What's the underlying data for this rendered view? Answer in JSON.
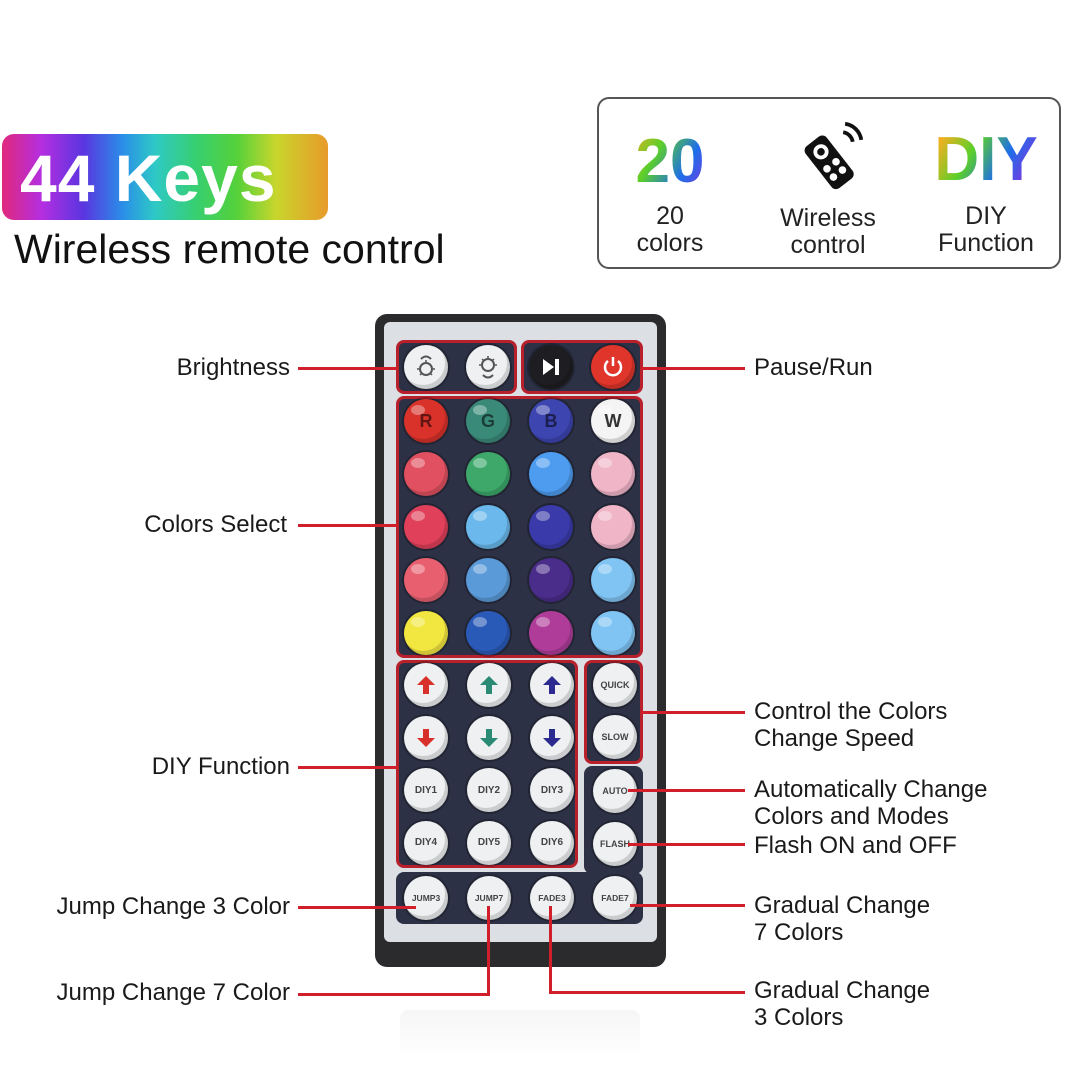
{
  "header": {
    "badge_text": "44 Keys",
    "subtitle": "Wireless remote control"
  },
  "features": [
    {
      "icon": "rainbow-20-text",
      "icon_text": "20",
      "line1": "20",
      "line2": "colors"
    },
    {
      "icon": "remote-control-icon",
      "icon_text": "",
      "line1": "Wireless",
      "line2": "control"
    },
    {
      "icon": "rainbow-diy-text",
      "icon_text": "DIY",
      "line1": "DIY",
      "line2": "Function"
    }
  ],
  "remote": {
    "top_row": [
      {
        "name": "brightness-up",
        "icon": "brightness-up-icon",
        "color": "#eef0f1"
      },
      {
        "name": "brightness-down",
        "icon": "brightness-down-icon",
        "color": "#eef0f1"
      },
      {
        "name": "play-pause",
        "icon": "play-pause-icon",
        "color": "#1e1e22"
      },
      {
        "name": "power",
        "icon": "power-icon",
        "color": "#e0352b"
      }
    ],
    "color_rows": [
      [
        {
          "label": "R",
          "color": "#d8322a"
        },
        {
          "label": "G",
          "color": "#3a8a7a"
        },
        {
          "label": "B",
          "color": "#3d45b0"
        },
        {
          "label": "W",
          "color": "#f4f4f4"
        }
      ],
      [
        {
          "label": "",
          "color": "#e05060"
        },
        {
          "label": "",
          "color": "#3da86a"
        },
        {
          "label": "",
          "color": "#4d9cf0"
        },
        {
          "label": "",
          "color": "#f0b6c8"
        }
      ],
      [
        {
          "label": "",
          "color": "#e0405a"
        },
        {
          "label": "",
          "color": "#6ab8ec"
        },
        {
          "label": "",
          "color": "#3a3aaa"
        },
        {
          "label": "",
          "color": "#f0b6c8"
        }
      ],
      [
        {
          "label": "",
          "color": "#e86070"
        },
        {
          "label": "",
          "color": "#5a9ad8"
        },
        {
          "label": "",
          "color": "#4a2c8a"
        },
        {
          "label": "",
          "color": "#80c4f4"
        }
      ],
      [
        {
          "label": "",
          "color": "#f2e640"
        },
        {
          "label": "",
          "color": "#2a5ab8"
        },
        {
          "label": "",
          "color": "#b03c9a"
        },
        {
          "label": "",
          "color": "#80c4f4"
        }
      ]
    ],
    "diy_rows": [
      [
        {
          "label": "",
          "arrow": "up",
          "arrow_color": "#d8302a"
        },
        {
          "label": "",
          "arrow": "up",
          "arrow_color": "#2a8a74"
        },
        {
          "label": "",
          "arrow": "up",
          "arrow_color": "#2a2a90"
        }
      ],
      [
        {
          "label": "",
          "arrow": "down",
          "arrow_color": "#d8302a"
        },
        {
          "label": "",
          "arrow": "down",
          "arrow_color": "#2a8a74"
        },
        {
          "label": "",
          "arrow": "down",
          "arrow_color": "#2a2a90"
        }
      ],
      [
        {
          "label": "DIY1"
        },
        {
          "label": "DIY2"
        },
        {
          "label": "DIY3"
        }
      ],
      [
        {
          "label": "DIY4"
        },
        {
          "label": "DIY5"
        },
        {
          "label": "DIY6"
        }
      ]
    ],
    "speed_buttons": [
      "QUICK",
      "SLOW"
    ],
    "mode_buttons": [
      "AUTO",
      "FLASH"
    ],
    "bottom_row": [
      "JUMP3",
      "JUMP7",
      "FADE3",
      "FADE7"
    ]
  },
  "callouts": {
    "brightness": "Brightness",
    "colors_select": "Colors Select",
    "diy_function": "DIY Function",
    "jump3": "Jump Change 3 Color",
    "jump7": "Jump Change 7 Color",
    "pause_run": "Pause/Run",
    "speed_line1": "Control the Colors",
    "speed_line2": "Change Speed",
    "auto_line1": "Automatically Change",
    "auto_line2": "Colors and Modes",
    "flash": "Flash ON and OFF",
    "fade7_line1": "Gradual Change",
    "fade7_line2": "7 Colors",
    "fade3_line1": "Gradual Change",
    "fade3_line2": "3 Colors"
  },
  "colors": {
    "callout_line": "#d01e2a",
    "panel": "#2d3145",
    "remote_body": "#2b2b2e",
    "remote_face": "#dcdfe3"
  }
}
